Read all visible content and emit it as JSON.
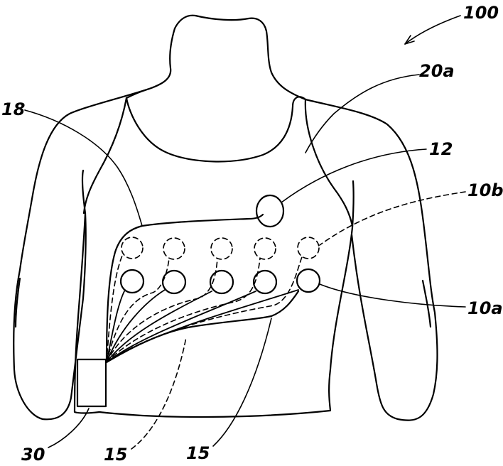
{
  "labels": {
    "garment": "100",
    "shoulder_strap": "20a",
    "sensor_area": "18",
    "module": "12",
    "electrode_inner": "10b",
    "electrode_outer": "10a",
    "connector": "30",
    "wire_dashed": "15",
    "wire_solid": "15"
  }
}
